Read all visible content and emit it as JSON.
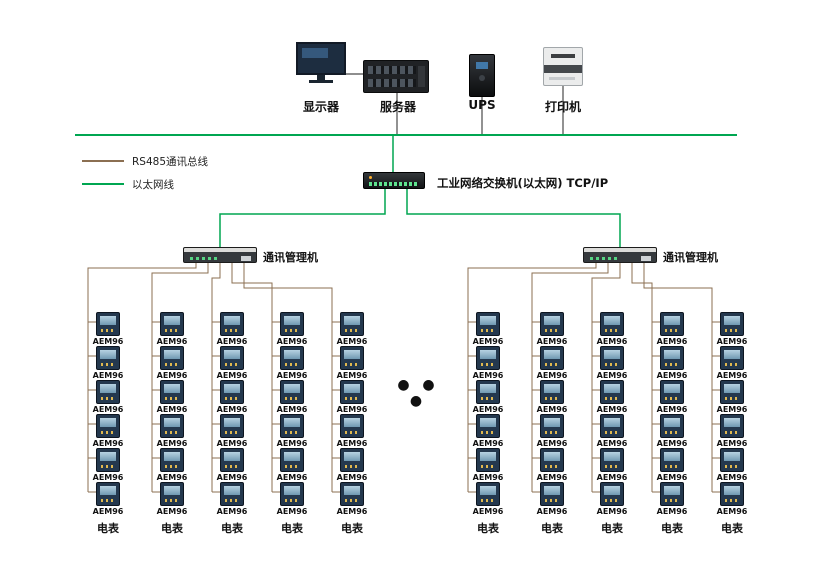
{
  "top_devices": [
    {
      "name": "monitor",
      "label": "显示器"
    },
    {
      "name": "server",
      "label": "服务器"
    },
    {
      "name": "ups",
      "label": "UPS"
    },
    {
      "name": "printer",
      "label": "打印机"
    }
  ],
  "legend": [
    {
      "label": "RS485通讯总线",
      "color": "#8b6f52"
    },
    {
      "label": "以太网线",
      "color": "#00a651"
    }
  ],
  "switch_label": "工业网络交换机(以太网) TCP/IP",
  "ellipsis": "● ● ●",
  "meter_label": "AEM96",
  "meter_footer": "电表",
  "groups": [
    {
      "manager_label": "通讯管理机",
      "columns": 5,
      "meters_per_column": 6
    },
    {
      "manager_label": "通讯管理机",
      "columns": 5,
      "meters_per_column": 6
    }
  ],
  "colors": {
    "rs485_bus": "#8b6f52",
    "ethernet": "#00a651",
    "device_wire": "#4a4a4a"
  }
}
